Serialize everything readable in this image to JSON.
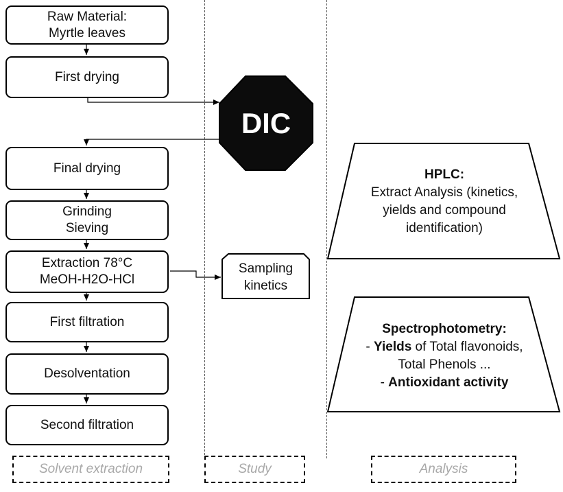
{
  "steps": [
    {
      "line1": "Raw Material:",
      "line2": "Myrtle leaves"
    },
    {
      "line1": "First drying",
      "line2": ""
    },
    {
      "line1": "Final drying",
      "line2": ""
    },
    {
      "line1": "Grinding",
      "line2": "Sieving"
    },
    {
      "line1": "Extraction 78°C",
      "line2": "MeOH-H2O-HCl"
    },
    {
      "line1": "First filtration",
      "line2": ""
    },
    {
      "line1": "Desolventation",
      "line2": ""
    },
    {
      "line1": "Second filtration",
      "line2": ""
    }
  ],
  "dic": {
    "label": "DIC"
  },
  "sampling": {
    "line1": "Sampling",
    "line2": "kinetics"
  },
  "hplc": {
    "title": "HPLC:",
    "line1": "Extract Analysis (kinetics,",
    "line2": "yields and compound",
    "line3": "identification)"
  },
  "spectro": {
    "title": "Spectrophotometry:",
    "line1_prefix": "- ",
    "line1_bold": "Yields",
    "line1_rest": " of Total flavonoids,",
    "line2": "Total Phenols ...",
    "line3_prefix": "- ",
    "line3_bold": "Antioxidant activity"
  },
  "columns": {
    "solvent_extraction": "Solvent extraction",
    "study": "Study",
    "analysis": "Analysis"
  }
}
